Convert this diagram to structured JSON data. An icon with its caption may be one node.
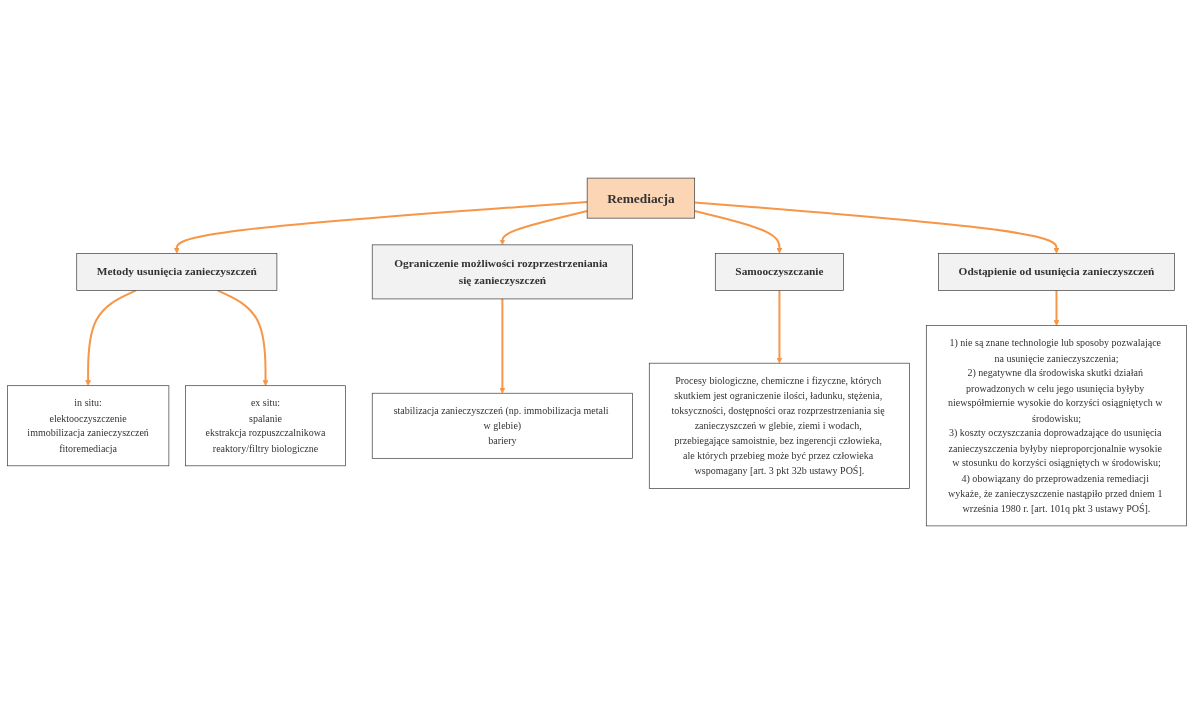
{
  "diagram": {
    "nodes": [
      {
        "text": [
          "Remediacja"
        ]
      },
      {
        "text": [
          "Metody usunięcia zanieczyszczeń"
        ]
      },
      {
        "text": [
          "Ograniczenie możliwości rozprzestrzeniania się zanieczyszczeń"
        ]
      },
      {
        "text": [
          "Samooczyszczanie"
        ]
      },
      {
        "text": [
          "Odstąpienie od usunięcia zanieczyszczeń"
        ]
      },
      {
        "text": [
          "in situ:",
          "elektooczyszczenie",
          "immobilizacja zanieczyszczeń",
          "fitoremediacja"
        ]
      },
      {
        "text": [
          "stabilizacja zanieczyszczeń (np. immobilizacja metali w glebie)",
          "bariery"
        ]
      },
      {
        "text": [
          "Procesy biologiczne, chemiczne i fizyczne, których skutkiem jest ograniczenie ilości, ładunku, stężenia, toksyczności, dostępności oraz rozprzestrzeniania się zanieczyszczeń w glebie, ziemi i wodach, przebiegające samoistnie, bez ingerencji człowieka, ale których przebieg może być przez człowieka wspomagany [art. 3 pkt 32b ustawy POŚ]."
        ]
      },
      {
        "text": [
          "ex situ:",
          "spalanie",
          "ekstrakcja rozpuszczalnikowa",
          "reaktory/filtry biologiczne"
        ]
      },
      {
        "text": [
          "1) nie są znane technologie lub sposoby pozwalające na usunięcie zanieczyszczenia;",
          "2) negatywne dla środowiska skutki działań prowadzonych w celu jego usunięcia byłyby niewspółmiernie wysokie do korzyści osiągniętych w środowisku;",
          "3) koszty oczyszczania doprowadzające do usunięcia zanieczyszczenia byłyby nieproporcjonalnie wysokie w stosunku do korzyści osiągniętych w środowisku;",
          "4) obowiązany do przeprowadzenia remediacji wykaże, że zanieczyszczenie nastąpiło przed dniem 1 września 1980 r. [art. 101q pkt 3 ustawy POŚ]."
        ]
      }
    ],
    "edges": [
      {
        "from": 0,
        "to": 1,
        "arrow": "to"
      },
      {
        "from": 0,
        "to": 2,
        "arrow": "to"
      },
      {
        "from": 0,
        "to": 3,
        "arrow": "to"
      },
      {
        "from": 0,
        "to": 4,
        "arrow": "to"
      },
      {
        "from": 1,
        "to": 5,
        "arrow": "to"
      },
      {
        "from": 1,
        "to": 8,
        "arrow": "to"
      },
      {
        "from": 2,
        "to": 6,
        "arrow": "to"
      },
      {
        "from": 3,
        "to": 7,
        "arrow": "to"
      },
      {
        "from": 4,
        "to": 9,
        "arrow": "to"
      }
    ]
  }
}
